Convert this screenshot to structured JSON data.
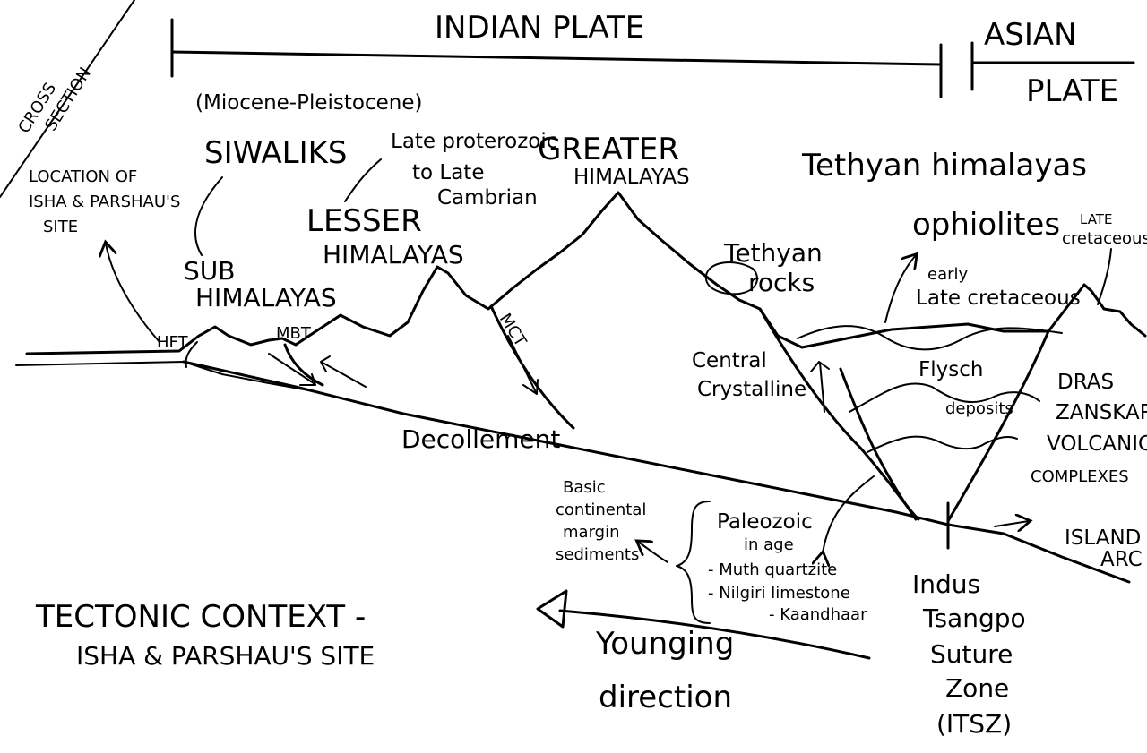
{
  "corner_label": [
    "CROSS",
    "SECTION"
  ],
  "plates": {
    "indian": "INDIAN PLATE",
    "asian": [
      "ASIAN",
      "PLATE"
    ]
  },
  "units": {
    "siwaliks_age": "(Miocene-Pleistocene)",
    "siwaliks": "SIWALIKS",
    "location_note": [
      "LOCATION OF",
      "ISHA & PARSHAU'S",
      "SITE"
    ],
    "sub_himalayas": [
      "SUB",
      "HIMALAYAS"
    ],
    "lesser_age": [
      "Late proterozoic",
      "to Late",
      "Cambrian"
    ],
    "lesser_himalayas": [
      "LESSER",
      "HIMALAYAS"
    ],
    "greater_himalayas": [
      "GREATER",
      "HIMALAYAS"
    ],
    "tethyan_himalayas": "Tethyan himalayas",
    "tethyan_rocks": [
      "Tethyan",
      "rocks"
    ],
    "ophiolites": "ophiolites",
    "ophiolites_age": [
      "early",
      "Late cretaceous"
    ],
    "late_cretaceous": [
      "LATE",
      "cretaceous"
    ],
    "central_crystalline": [
      "Central",
      "Crystalline"
    ],
    "flysch": [
      "Flysch",
      "deposits"
    ],
    "dras": [
      "DRAS",
      "ZANSKAR",
      "VOLCANIC",
      "COMPLEXES"
    ],
    "island_arc": [
      "ISLAND",
      "ARC"
    ],
    "basic_sediments": [
      "Basic",
      "continental",
      "margin",
      "sediments"
    ],
    "paleozoic": [
      "Paleozoic",
      "in age",
      "- Muth quartzite",
      "- Nilgiri limestone",
      "- Kaandhaar"
    ],
    "suture": [
      "Indus",
      "Tsangpo",
      "Suture",
      "Zone",
      "(ITSZ)"
    ]
  },
  "faults": {
    "hft": "HFT",
    "mbt": "MBT",
    "mct": "MCT",
    "decollement": "Decollement"
  },
  "footer": {
    "title_line1": "TECTONIC CONTEXT -",
    "title_line2": "ISHA & PARSHAU'S SITE",
    "younging": [
      "Younging",
      "direction"
    ]
  }
}
